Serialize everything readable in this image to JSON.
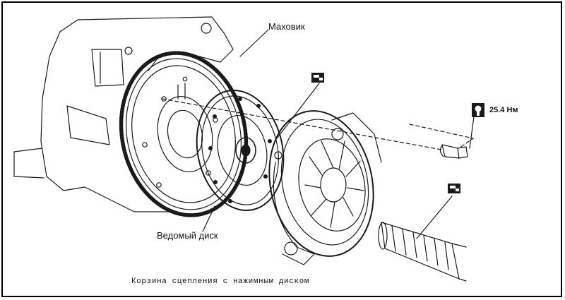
{
  "labels": {
    "flywheel": "Маховик",
    "driven_disc": "Ведомый диск",
    "clutch_cover": "Корзина сцепления с нажимным диском",
    "torque": "25.4 Нм"
  },
  "icons": {
    "torque": "torque-wrench-icon",
    "grease_disc": "grease-icon",
    "grease_shaft": "grease-icon"
  },
  "colors": {
    "line": "#1a1a1a",
    "background": "#ffffff"
  }
}
